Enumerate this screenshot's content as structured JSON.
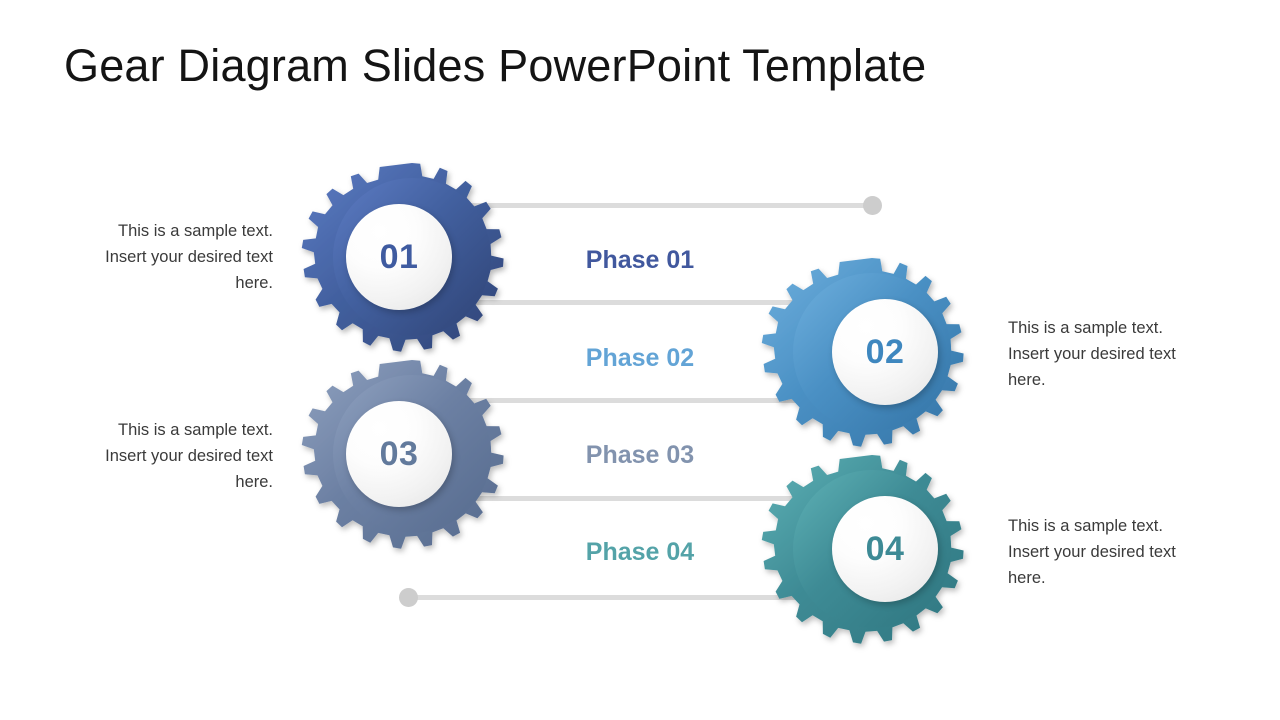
{
  "slide": {
    "title": "Gear Diagram Slides PowerPoint Template",
    "background": "#ffffff"
  },
  "colors": {
    "line": "#dcdcdc",
    "dot": "#cdcdcd",
    "text_body": "#3a3a3a",
    "title": "#141414"
  },
  "phases": [
    {
      "number": "01",
      "phase_label": "Phase 01",
      "description": "This is a sample text. Insert your desired text here.",
      "gear_color_light": "#4a6bb5",
      "gear_color_dark": "#33477f",
      "accent": "#3f5ba0",
      "number_color": "#3f5ba0",
      "label_color": "#41589e",
      "side": "left"
    },
    {
      "number": "02",
      "phase_label": "Phase 02",
      "description": "This is a sample text. Insert your desired text here.",
      "gear_color_light": "#5d9fd0",
      "gear_color_dark": "#3a7cb0",
      "accent": "#4a90c4",
      "number_color": "#3e87bf",
      "label_color": "#63a4d6",
      "side": "right"
    },
    {
      "number": "03",
      "phase_label": "Phase 03",
      "description": "This is a sample text. Insert your desired text here.",
      "gear_color_light": "#7e91b2",
      "gear_color_dark": "#5a6e91",
      "accent": "#6a7e9f",
      "number_color": "#5f7characters",
      "number_color_hex": "#627characters",
      "label_color": "#8293ae",
      "side": "left"
    },
    {
      "number": "04",
      "phase_label": "Phase 04",
      "description": "This is a sample text. Insert your desired text here.",
      "gear_color_light": "#4fa3a8",
      "gear_color_dark": "#36818c",
      "accent": "#3e8b95",
      "number_color": "#3d8a95",
      "label_color": "#54a3a8",
      "side": "right"
    }
  ],
  "connectors": [
    {
      "name": "connector-top",
      "has_left_dot": false,
      "has_right_dot": true
    },
    {
      "name": "connector-second",
      "has_left_dot": false,
      "has_right_dot": false
    },
    {
      "name": "connector-third",
      "has_left_dot": false,
      "has_right_dot": false
    },
    {
      "name": "connector-fourth",
      "has_left_dot": false,
      "has_right_dot": false
    },
    {
      "name": "connector-bottom",
      "has_left_dot": true,
      "has_right_dot": false
    }
  ]
}
